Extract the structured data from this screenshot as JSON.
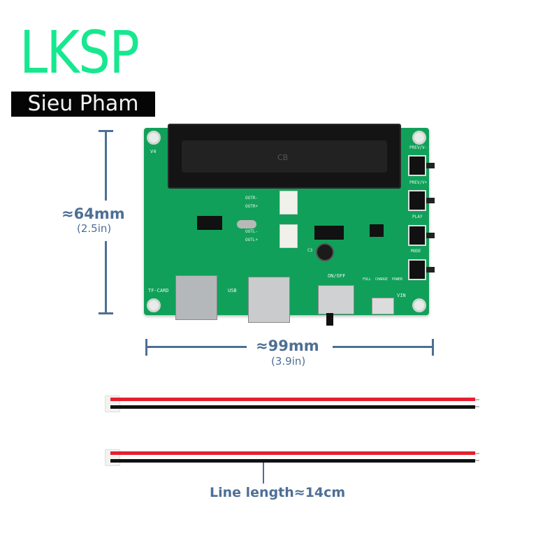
{
  "brand": {
    "title": "LKSP",
    "subtitle": "Sieu Pham",
    "title_color": "#17e88f",
    "subtitle_bg": "#050505"
  },
  "dimensions": {
    "height": {
      "label": "≈64mm",
      "sub": "(2.5in)"
    },
    "width": {
      "label": "≈99mm",
      "sub": "(3.9in)"
    },
    "cable": {
      "label": "Line length≈14cm"
    },
    "color": "#4e6f95"
  },
  "pcb": {
    "version": "V4",
    "labels": {
      "tf_card": "TF-CARD",
      "usb": "USB",
      "on_off": "ON/OFF",
      "vin": "VIN",
      "full": "FULL",
      "charge": "CHARGE",
      "power": "POWER",
      "outr1": "OUTR-",
      "outr2": "OUTR+",
      "outl1": "OUTL-",
      "outl2": "OUTL+",
      "c3": "C3",
      "battery_holder_mark": "CB"
    },
    "buttons": [
      {
        "label": "PREV/V-"
      },
      {
        "label": "PREV/V+"
      },
      {
        "label": "PLAY"
      },
      {
        "label": "MODE"
      }
    ],
    "board_color": "#11a05a"
  },
  "cables": [
    {
      "name": "cable-1",
      "colors": [
        "#e4202f",
        "#111111"
      ]
    },
    {
      "name": "cable-2",
      "colors": [
        "#e4202f",
        "#111111"
      ]
    }
  ]
}
